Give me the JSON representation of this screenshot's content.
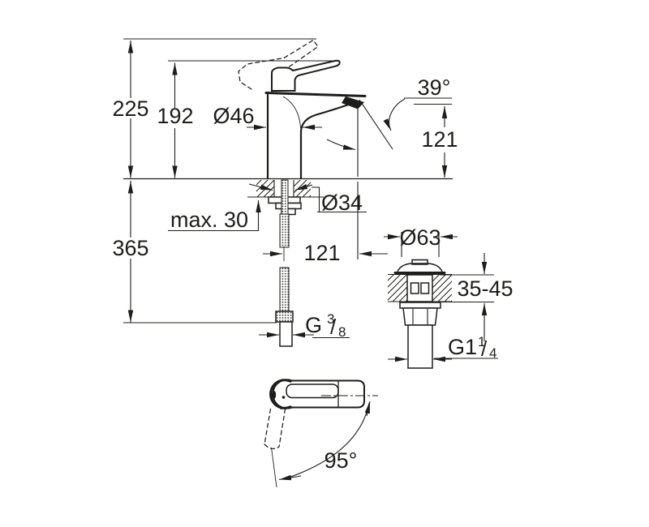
{
  "drawing": {
    "colors": {
      "line": "#1d1d1b",
      "background": "#ffffff"
    },
    "labels": {
      "overall_height": "225",
      "lever_height": "192",
      "body_diameter": "Ø46",
      "spray_angle": "39°",
      "spout_height": "121",
      "spout_reach": "121",
      "shank_diameter": "Ø34",
      "max_deck_thickness": "max. 30",
      "below_deck_length": "365",
      "waste_cap_diameter": "Ø63",
      "deck_thickness_range": "35-45",
      "swivel_angle": "95°",
      "hose_thread": {
        "prefix": "G",
        "numerator": "3",
        "slash": "/",
        "denominator": "8"
      },
      "waste_thread": {
        "prefix": "G1",
        "numerator": "1",
        "slash": "/",
        "denominator": "4"
      }
    }
  }
}
